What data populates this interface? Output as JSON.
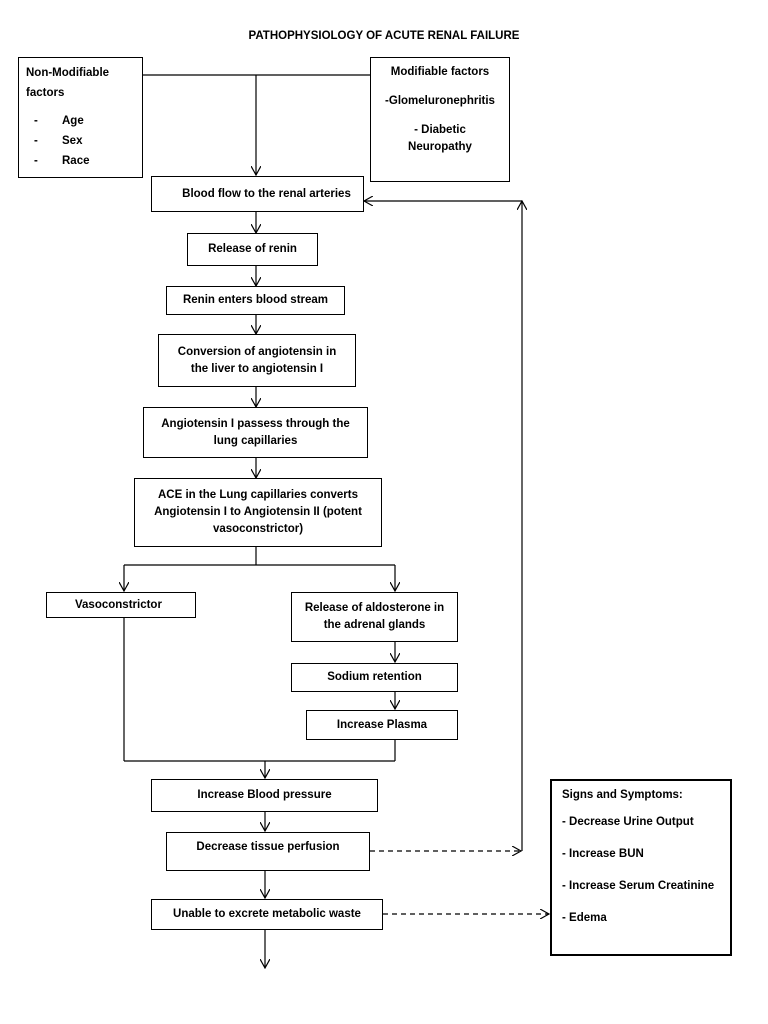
{
  "title": "PATHOPHYSIOLOGY OF ACUTE RENAL FAILURE",
  "non_modifiable": {
    "heading": "Non-Modifiable factors",
    "items": [
      {
        "dash": "-",
        "text": "Age"
      },
      {
        "dash": "-",
        "text": "Sex"
      },
      {
        "dash": "-",
        "text": "Race"
      }
    ]
  },
  "modifiable": {
    "heading": "Modifiable factors",
    "items": [
      "-Glomeluronephritis",
      "- Diabetic Neuropathy"
    ]
  },
  "steps": {
    "blood_flow": "Blood flow to the renal arteries",
    "renin_release": "Release of renin",
    "renin_blood": "Renin enters blood stream",
    "conversion": "Conversion of angiotensin in the liver to angiotensin I",
    "lung": "Angiotensin I passess through the lung capillaries",
    "ace": "ACE in the Lung capillaries converts Angiotensin I to Angiotensin II (potent vasoconstrictor)",
    "vasoconstrictor": "Vasoconstrictor",
    "aldosterone": "Release of aldosterone in the adrenal glands",
    "sodium": "Sodium retention",
    "plasma": "Increase Plasma",
    "bp": "Increase Blood pressure",
    "perfusion": "Decrease tissue perfusion",
    "waste": "Unable to excrete metabolic waste"
  },
  "signs": {
    "heading": "Signs and Symptoms:",
    "items": [
      "- Decrease Urine Output",
      "- Increase BUN",
      "- Increase Serum Creatinine",
      "- Edema"
    ]
  }
}
